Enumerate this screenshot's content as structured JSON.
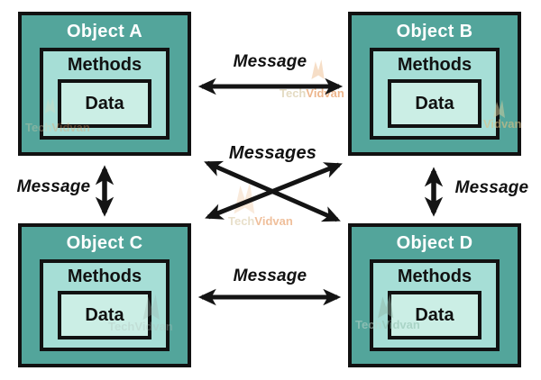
{
  "diagram": {
    "description": "Object-oriented message passing diagram with four objects exchanging messages"
  },
  "objects": [
    {
      "title": "Object A",
      "methods_label": "Methods",
      "data_label": "Data"
    },
    {
      "title": "Object B",
      "methods_label": "Methods",
      "data_label": "Data"
    },
    {
      "title": "Object C",
      "methods_label": "Methods",
      "data_label": "Data"
    },
    {
      "title": "Object D",
      "methods_label": "Methods",
      "data_label": "Data"
    }
  ],
  "messages": {
    "top": "Message",
    "bottom": "Message",
    "left": "Message",
    "right": "Message",
    "center": "Messages"
  },
  "watermark": {
    "tech": "Tech",
    "vidvan": "Vidvan",
    "full": "TechVidvan"
  },
  "colors": {
    "object_fill": "#53A59B",
    "methods_fill": "#A6DED6",
    "data_fill": "#CBEEE5",
    "box_border": "#111111",
    "object_title_text": "#FFFFFF",
    "label_text": "#111111",
    "arrow": "#141414",
    "watermark_orange": "#E89E67",
    "watermark_tan": "#DCCFAE"
  }
}
